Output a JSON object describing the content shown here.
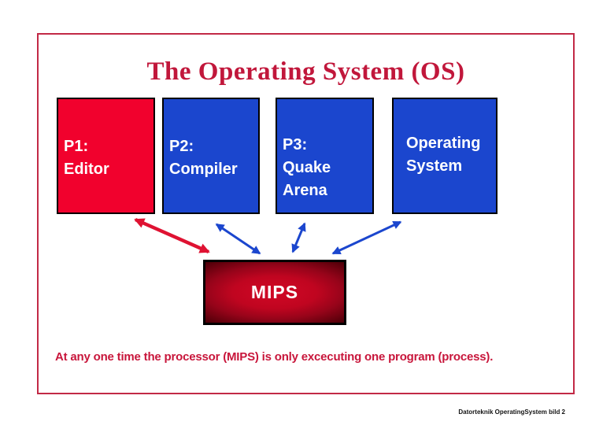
{
  "slide": {
    "title": "The Operating System (OS)",
    "process_boxes": [
      {
        "id": "p1",
        "lines": [
          "P1:",
          "Editor"
        ],
        "fill": "#F1012D",
        "kind": "user-process"
      },
      {
        "id": "p2",
        "lines": [
          "P2:",
          "Compiler"
        ],
        "fill": "#1B46CE",
        "kind": "user-process"
      },
      {
        "id": "p3",
        "lines": [
          "P3:",
          "Quake",
          "Arena"
        ],
        "fill": "#1B46CE",
        "kind": "user-process"
      },
      {
        "id": "os",
        "lines": [
          "Operating",
          "System"
        ],
        "fill": "#1B46CE",
        "kind": "operating-system"
      }
    ],
    "processor_box": {
      "label": "MIPS"
    },
    "caption": "At any one time the processor (MIPS) is only excecuting one program (process).",
    "footer": "Datorteknik OperatingSystem bild 2"
  },
  "colors": {
    "frame_border": "#C22946",
    "title_text": "#C1173B",
    "caption_text": "#C8163B",
    "red_box_fill": "#F1012D",
    "blue_box_fill": "#1B46CE",
    "box_border": "#000000",
    "box_text": "#FFFFFF",
    "red_arrow": "#DF1232",
    "blue_arrow": "#1B46CE",
    "mips_gradient_center": "#D10725",
    "mips_gradient_edge": "#3A0006",
    "footer_text": "#141414",
    "background": "#FFFFFF"
  }
}
